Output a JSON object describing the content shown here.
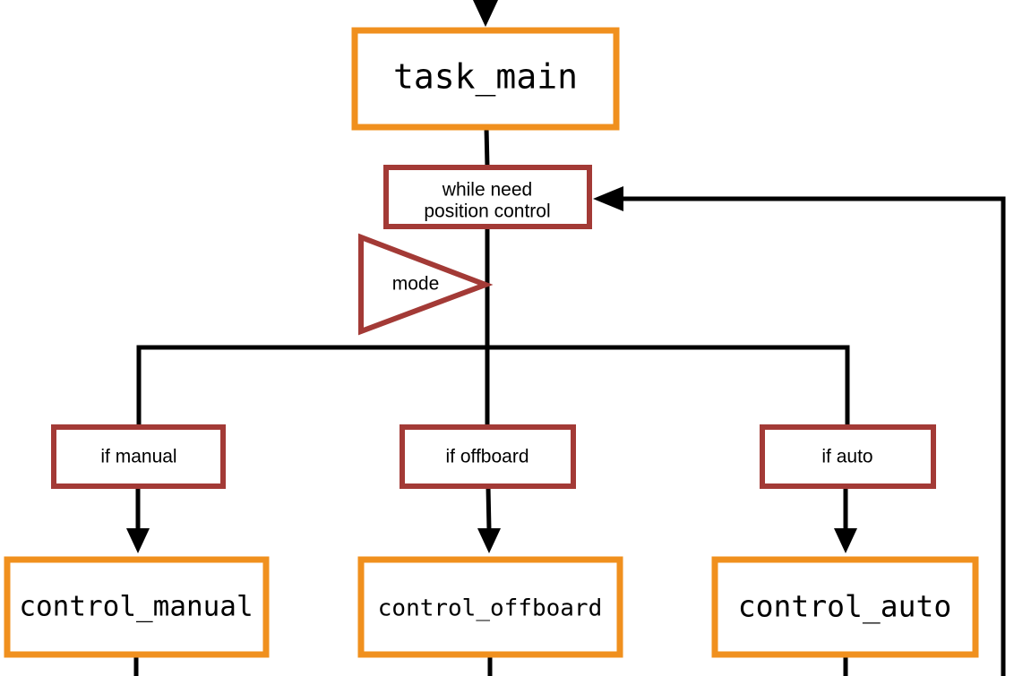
{
  "colors": {
    "function_box_border": "#f0901e",
    "condition_box_border": "#a33a36",
    "connector": "#000000",
    "background": "#ffffff"
  },
  "nodes": {
    "task_main": "task_main",
    "loop": {
      "line1": "while need",
      "line2": "position control"
    },
    "mode": "mode",
    "cond_manual": "if manual",
    "cond_offboard": "if offboard",
    "cond_auto": "if auto",
    "control_manual": "control_manual",
    "control_offboard": "control_offboard",
    "control_auto": "control_auto"
  }
}
